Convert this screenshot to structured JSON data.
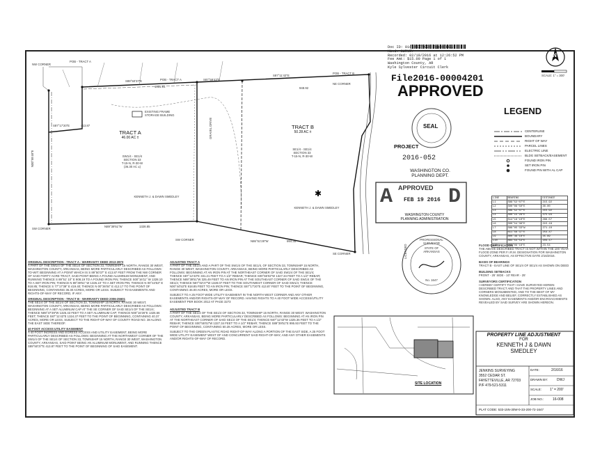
{
  "recording": {
    "barcode_id": "216726770005",
    "doc_id": "Doc ID: 016726770005 Type: REL",
    "kind": "Kind: SURVEY",
    "recorded": "Recorded: 02/19/2016 at 12:26:52 PM",
    "fee": "Fee Amt: $15.00 Page 1 of 1",
    "county": "Washington County, AR",
    "clerk": "Kyle Sylvester Circuit Clerk",
    "file_number": "File2016-00004201"
  },
  "stamps": {
    "approved": "APPROVED",
    "seal": "SEAL",
    "project_label": "PROJECT",
    "project_number": "2016-052",
    "planning_line1": "WASHINGTON CO.",
    "planning_line2": "PLANNING DEPT.",
    "approved_date_left": "APPR",
    "approved_date_right": "OVED",
    "approved_date_a": "A",
    "approved_date_d": "D",
    "approved_date": "FEB 19 2016",
    "approved_admin1": "WASHINGTON COUNTY",
    "approved_admin2": "PLANNING ADMINISTRATION"
  },
  "north": "N",
  "scale": "SCALE: 1\" = 300'",
  "legend": {
    "title": "LEGEND",
    "items": [
      "CENTERLINE",
      "BOUNDARY",
      "RIGHT OF WAY",
      "PARCEL LINES",
      "ELECTRIC LINE",
      "BLDG SETBACK/EASEMENT",
      "FOUND IRON PIN",
      "SET IRON PIN",
      "FOUND PIN WITH AL CAP"
    ]
  },
  "line_table": {
    "headers": [
      "LINE",
      "BEARING",
      "DISTANCE"
    ],
    "rows": [
      [
        "L1",
        "S89°52'07\"E",
        "215.92"
      ],
      [
        "L2",
        "S00°06'50\"E",
        "30.00"
      ],
      [
        "L3",
        "S89°52'07\"E",
        "215.92"
      ],
      [
        "L4",
        "S00°15'28\"E",
        "375.93"
      ],
      [
        "L5",
        "S14°19'10\"E",
        "266.57"
      ],
      [
        "L6",
        "S00°54'36\"E",
        "215.18"
      ],
      [
        "L7",
        "S89°05'33\"W",
        "271.10"
      ],
      [
        "L8",
        "N11°56'37\"E",
        "254.47"
      ],
      [
        "L9",
        "N00°49'18\"E",
        "35.99"
      ],
      [
        "L10",
        "N84°54'53\"E",
        "104.17"
      ],
      [
        "L11",
        "N62°09'18\"E",
        "23.54"
      ]
    ]
  },
  "tracts": {
    "a_name": "TRACT A",
    "a_area": "46.00 AC ±",
    "a_sub1": "SW1/4 - SE1/4",
    "a_sub2": "SECTION 33",
    "a_sub3": "T-15-N, R-30-W",
    "a_sub4": "(36.30 AC ±)",
    "b_name": "TRACT B",
    "b_area": "50.28 AC ±",
    "b_sub1": "SE1/4 - SE1/4",
    "b_sub2": "SECTION 33",
    "b_sub3": "T-15-N, R-30-W"
  },
  "pob": {
    "a": "POB - TRACT A",
    "b": "POB - TRACT B",
    "c": "POB - TRACT A"
  },
  "corners": {
    "nw": "NW CORNER",
    "ne": "NE CORNER",
    "sw": "SW CORNER",
    "se": "SE CORNER",
    "sw_b": "SW CORNER"
  },
  "bearings": {
    "top1": "S89°50'37\"E",
    "top1_dist": "1031.81",
    "top2": "S87°59'43\"E",
    "top3": "S87°11'43\"E",
    "top3_dist": "948.92",
    "bottom1": "N89°39'51\"W",
    "bottom1_dist": "1328.85",
    "bottom2": "N86°51'28\"W",
    "bottom2_dist": "994.35",
    "left_bearing": "N00°55'48\"E",
    "mid_bearing": "S87°17'20\"E",
    "mid_dist": "413.87"
  },
  "notes": {
    "storage_building": "EXISTING FRAME STORAGE BUILDING",
    "gravel_drive": "GRAVEL DRIVE",
    "owner_block": "KENNETH J. & DAWN SMEDLEY"
  },
  "descriptions": {
    "orig_a_title": "ORIGINAL DESCRIPTION - TRACT A - WARRANTY DEED 2013-2873",
    "orig_a_body": "A PART OF THE SW1/4 OF THE SE1/4 OF SECTION 33, TOWNSHIP 15 NORTH, RANGE 30 WEST, WASHINGTON COUNTY, ARKANSAS, BEING MORE PARTICULARLY DESCRIBED AS FOLLOWS: TO-WIT: BEGINNING AT A POINT WHICH IS S 89°50'37\" E 413.87 FEET FROM THE NW CORNER OF SAID FORTY ACRE TRACT, SAID POINT BEING A FOUND ALUMINUM MONUMENT, AND RUNNING THENCE S 89°51' 10\" E 908.19 TO A FOUND IRON PIN; THENCE S00°16'11\" W 1328.10 TO A SET IRON PIN; THENCE N 89°39'51\" W 1326.10' TO A SET IRON PIN; THENCE N 00°44'53\" E 918.85; THENCE S 77°17'39\" E 419.40; THENCE N 00°36'04\" E 412.17 TO THE POINT OF BEGINNING, CONTAINING 36.30 ACRES, MORE OR LESS. SUBJECT TO EASEMENTS AND RIGHTS-OF-WAY OF RECORD, IF ANY.",
    "orig_b_title": "ORIGINAL DESCRIPTION - TRACT B - WARRANTY DEED 2006-25601",
    "orig_b_body": "THE SE1/4 OF THE SE1/4 OF SECTION 33, TOWNSHIP 15 NORTH, RANGE 30 WEST, WASHINGTON COUNTY, ARKANSAS, BEING MORE PARTICULARLY DESCRIBED AS FOLLOWS: BEGINNING AT A SET ALUMINUM CAP AT THE SE CORNER OF SAID SE1/4 OF THE SE1/4; THENCE N89°37'39\"W 1326.43 FEET TO A SET ALUMINUM CAP; THENCE N00°16'26\"E 1326.66 FEET; THENCE S87°11'43\"E 1324.37 FEET TO THE POINT OF BEGINNING, CONTAINING 40.37 ACRES, MORE OR LESS, SUBJECT TO THE RIGHT-OF-WAY OF COUNTY ROAD NO. 38 ALONG THE EAST SIDE THEREOF.",
    "easement_title": "40 FOOT ACCESS UTILITY EASEMENT",
    "easement_body": "A 40 FOOT INGRESS AND EGRESS ACCESS AND UTILITY EASEMENT, BEING MORE PARTICULARLY DESCRIBED AS FOLLOWS: BEGINNING AT THE NORTHWEST CORNER OF THE SW1/4 OF THE SE1/4 OF SECTION 33, TOWNSHIP 15 NORTH, RANGE 30 WEST, WASHINGTON COUNTY, ARKANSAS, SAID POINT BEING AN ALUMINUM MONUMENT, AND RUNNING THENCE S89°50'37\"E 413.87 FEET TO THE POINT OF BEGINNING OF SAID EASEMENT.",
    "adj_a_title": "ADJUSTED TRACT A",
    "adj_a_body": "A PART OF THE SE1/4 AND A PART OF THE SW1/4 OF THE SE1/4, OF SECTION 33, TOWNSHIP 15 NORTH, RANGE 30 WEST, WASHINGTON COUNTY, ARKANSAS, BEING MORE PARTICULARLY DESCRIBED AS FOLLOWS: BEGINNING AT AN IRON PIN AT THE NORTHEAST CORNER OF SAID SW1/4 OF THE SE1/4; THENCE S87°12'43\"E 331.21 FEET TO A 1/2\" REBAR; THENCE S00°55'02\"W 1327.34 FEET TO A 1/2\" REBAR; THENCE N89°39'51\"W 325.49 FEET TO AN IRON PIN AT THE SOUTHEAST CORNER OF SAID SW1/4 OF THE SE1/4; THENCE N87°02'27\"W 1328.07 FEET TO THE SOUTHWEST CORNER OF SAID SW1/4; THENCE N00°44'53\"E 918.85 FEET TO AN IRON PIN; THENCE S87°17'20\"E 413.87 FEET TO THE POINT OF BEGINNING, CONTAINING 46.00 ACRES, MORE OR LESS.",
    "adj_a_sub": "SUBJECT TO A 25 FOOT WIDE UTILITY EASEMENT IN THE NORTH WEST CORNER AND ANY OTHER EASEMENTS AND/OR RIGHTS-OF-WAY OF RECORD. HAVING RIGHTS TO A 40 FOOT WIDE ACCESS/UTILITY EASEMENT PER BOOK 2012 AT PAGE 3273",
    "adj_b_title": "ADJUSTED TRACT B",
    "adj_b_body": "A PART OF THE SE1/4 OF THE SE1/4 OF SECTION 33, TOWNSHIP 15 NORTH, RANGE 30 WEST, WASHINGTON COUNTY, ARKANSAS, BEING MORE PARTICULARLY DESCRIBED AS FOLLOWS: BEGINNING AT AN IRON PIN AT THE NORTHEAST CORNER OF SAID SE1/4 OF THE SE1/4; THENCE N87°12'43\"W 1325.36 FEET TO A 1/2\" REBAR; THENCE S00°55'02\"W 1327.34 FEET TO A 1/2\" REBAR; THENCE S89°39'51\"E 995.93 FEET TO THE POINT OF BEGINNING, CONTAINING 50.28 ACRES, MORE OR LESS.",
    "adj_b_sub": "SUBJECT TO THE GREEN PLASTIC ROAD RIGHT-OF-WAY ALONG A PORTION OF THE EAST SIDE, A 25 FOOT WIDE UTILITY EASEMENT WEST OF AND CONCURRENT SAID RIGHT-OF-WAY, AND ANY OTHER EASEMENTS AND/OR RIGHTS-OF-WAY OF RECORD."
  },
  "right_notes": {
    "flood_title": "FLOOD CERTIFICATION",
    "flood_body": "THE ABOVE DESCRIBED TRACT IS NOT WITHIN THE 100 YEAR FLOOD ZONE PER F.I.R.M. DESIGNATION FOR WASHINGTON COUNTY, ARKANSAS, AS EFFECTIVE DATE 2/16/2016.",
    "basis_title": "BASIS OF BEARINGS",
    "basis_body": "TRACT B - EAST LINE OF SE1/4 OF SE1/4 AS SHOWN ON DEED",
    "setback_title": "BUILDING SETBACKS",
    "setback_body": "FRONT - 25' SIDE - 10' REAR - 25'",
    "survey_title": "SURVEYORS CERTIFICATION",
    "survey_body": "I HEREBY CERTIFY THAT I HAVE SURVEYED HEREIN DESCRIBED TRACT AND THAT THE PROPERTY LINES AND CORNERS MONUMENTED, AND TO THE BEST OF MY KNOWLEDGE AND BELIEF, CORRECTLY ESTABLISHED AS SHOWN. ALSO, ANY EASEMENTS AND/OR ENCROACHMENTS REVEALED BY SAID SURVEY ARE SHOWN HEREON."
  },
  "seal": {
    "state": "STATE OF ARKANSAS",
    "title": "PROFESSIONAL SURVEYOR",
    "left": "LICENSED",
    "number": "No. 1647"
  },
  "site_location": "SITE LOCATION",
  "title_block": {
    "line1": "PROPERTY LINE ADJUSTMENT",
    "line2": "FOR",
    "line3": "KENNETH J & DAWN",
    "line4": "SMEDLEY",
    "company1": "JENKINS SURVEYING",
    "company2": "3552 CEDAR ST.",
    "company3": "FAYETTEVILLE, AR 72703",
    "company4": "P/F 479-521-5311",
    "date_label": "DATE:",
    "date": "2/16/16",
    "drawn_label": "DRAWN BY:",
    "drawn": "DWJ",
    "scale_label": "SCALE:",
    "scale": "1\" = 200'",
    "job_label": "JOB NO.:",
    "job": "16-008",
    "plat_code": "PLAT CODE: 533-15N-30W-0-33-200-72-1647"
  },
  "colors": {
    "ink": "#111111",
    "stamp": "#333333",
    "paper": "#ffffff"
  }
}
